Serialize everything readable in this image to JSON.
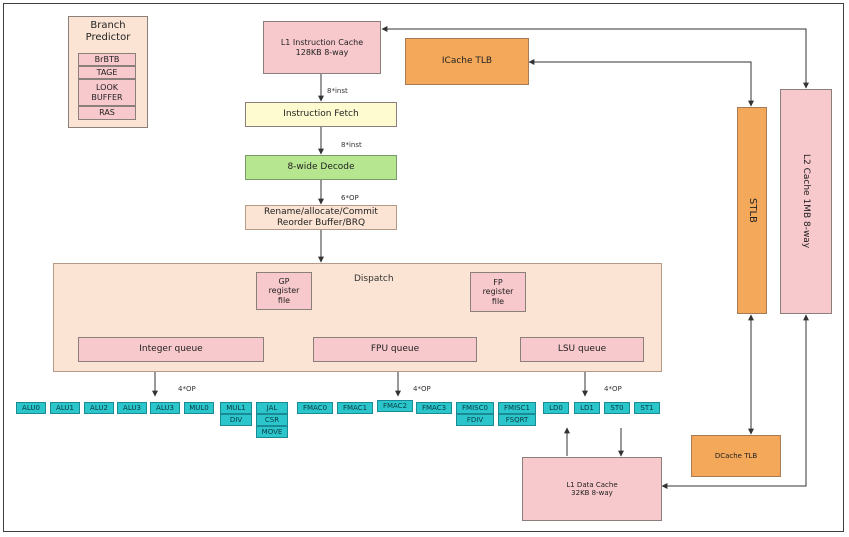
{
  "branch_predictor": {
    "title": "Branch Predictor",
    "items": [
      "BrBTB",
      "TAGE",
      "LOOK BUFFER",
      "RAS"
    ]
  },
  "icache": "L1 Instruction Cache 128KB 8-way",
  "icache_tlb": "ICache TLB",
  "fetch": "Instruction Fetch",
  "decode": "8-wide Decode",
  "rename": "Rename/allocate/Commit Reorder Buffer/BRQ",
  "labels": {
    "fetch_width": "8*inst",
    "decode_width": "8*inst",
    "rename_width": "6*OP",
    "int_issue": "4*OP",
    "fp_issue": "4*OP",
    "lsu_issue": "4*OP"
  },
  "dispatch": {
    "title": "Dispatch",
    "gp_regfile": "GP register file",
    "fp_regfile": "FP register file",
    "integer_queue": "Integer queue",
    "fpu_queue": "FPU queue",
    "lsu_queue": "LSU queue"
  },
  "units": {
    "int": [
      "ALU0",
      "ALU1",
      "ALU2",
      "ALU3",
      "ALU3",
      "MUL0"
    ],
    "mul1": [
      "MUL1",
      "DIV"
    ],
    "jal": [
      "JAL",
      "CSR",
      "MOVE"
    ],
    "fp": [
      "FMAC0",
      "FMAC1",
      "FMAC2",
      "FMAC3"
    ],
    "fmisc0": [
      "FMISC0",
      "FDIV"
    ],
    "fmisc1": [
      "FMISC1",
      "FSQRT"
    ],
    "lsu": [
      "LD0",
      "LD1",
      "ST0",
      "ST1"
    ]
  },
  "stlb": "STLB",
  "l2": "L2 Cache 1MB 8-way",
  "dcache_tlb": "DCache TLB",
  "dcache": "L1 Data Cache 32KB 8-way",
  "colors": {
    "pink": "#f7c8cc",
    "orange": "#f4a85a",
    "yellow": "#fdfbcf",
    "green": "#b6e68f",
    "peach": "#fbe4d3",
    "cyan": "#2bc6cc"
  }
}
